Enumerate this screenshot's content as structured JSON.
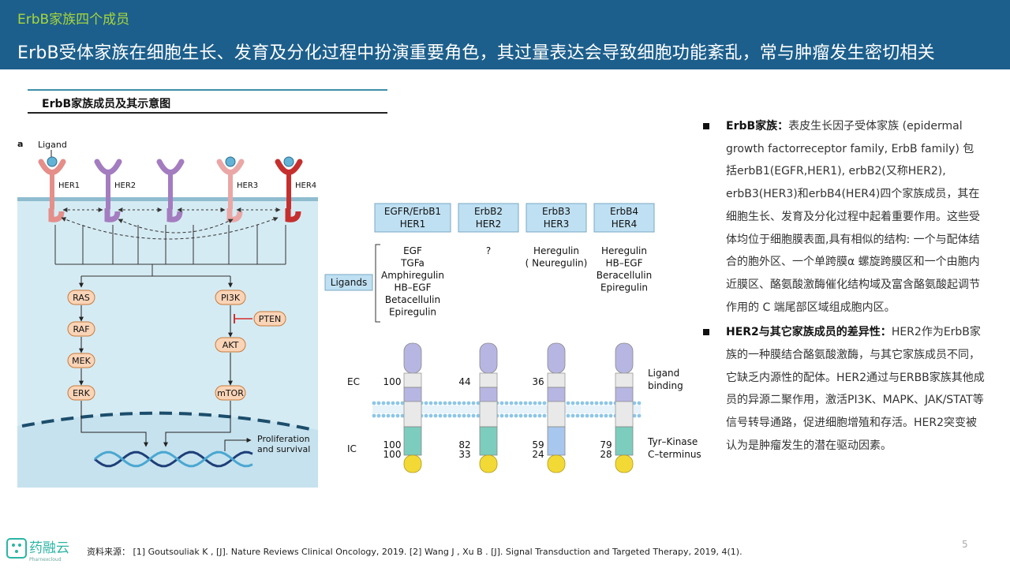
{
  "header": {
    "section_label": "ErbB家族四个成员",
    "headline": "ErbB受体家族在细胞生长、发育及分化过程中扮演重要角色，其过量表达会导致细胞功能紊乱，常与肿瘤发生密切相关"
  },
  "figure": {
    "title": "ErbB家族成员及其示意图",
    "panel_a": {
      "panel_letter": "a",
      "ligand_label": "Ligand",
      "receptors": [
        "HER1",
        "HER2",
        "HER3",
        "HER4"
      ],
      "ras_path": [
        "RAS",
        "RAF",
        "MEK",
        "ERK"
      ],
      "pi3k_path": [
        "PI3K",
        "AKT",
        "mTOR"
      ],
      "inhibitor": "PTEN",
      "outcome": [
        "Proliferation",
        "and survival"
      ]
    },
    "panel_b": {
      "receptor_boxes": [
        {
          "line1": "EGFR/ErbB1",
          "line2": "HER1"
        },
        {
          "line1": "ErbB2",
          "line2": "HER2"
        },
        {
          "line1": "ErbB3",
          "line2": "HER3"
        },
        {
          "line1": "ErbB4",
          "line2": "HER4"
        }
      ],
      "ligands_label": "Ligands",
      "ligand_lists": [
        [
          "EGF",
          "TGFa",
          "Amphiregulin",
          "HB–EGF",
          "Betacellulin",
          "Epiregulin"
        ],
        [
          "?"
        ],
        [
          "Heregulin",
          "( Neuregulin)"
        ],
        [
          "Heregulin",
          "HB–EGF",
          "Beracellulin",
          "Epiregulin"
        ]
      ],
      "ec_label": "EC",
      "ic_label": "IC",
      "ec_values": [
        "100",
        "44",
        "36",
        ""
      ],
      "ic_values": [
        [
          "100",
          "100"
        ],
        [
          "82",
          "33"
        ],
        [
          "59",
          "24"
        ],
        [
          "79",
          "28"
        ]
      ],
      "ligand_binding": [
        "Ligand",
        "binding"
      ],
      "tyr_kinase": [
        "Tyr–Kinase",
        "C–terminus"
      ]
    }
  },
  "bullets": [
    {
      "title": "ErbB家族：",
      "text": "表皮生长因子受体家族 (epidermal growth factorreceptor family, ErbB family) 包括erbB1(EGFR,HER1), erbB2(又称HER2), erbB3(HER3)和erbB4(HER4)四个家族成员，其在细胞生长、发育及分化过程中起着重要作用。这些受体均位于细胞膜表面,具有相似的结构: 一个与配体结合的胞外区、一个单跨膜α 螺旋跨膜区和一个由胞内近膜区、酪氨酸激酶催化结构域及富含酪氨酸起调节作用的 C 端尾部区域组成胞内区。"
    },
    {
      "title": "HER2与其它家族成员的差异性：",
      "text": "HER2作为ErbB家族的一种膜结合酪氨酸激酶，与其它家族成员不同，它缺乏内源性的配体。HER2通过与ERBB家族其他成员的异源二聚作用，激活PI3K、MAPK、JAK/STAT等信号转导通路，促进细胞增殖和存活。HER2突变被认为是肿瘤发生的潜在驱动因素。"
    }
  ],
  "footer": {
    "logo_text": "药融云",
    "logo_sub": "Pharnexcloud",
    "source": "资料来源： [1] Goutsouliak K , [J]. Nature Reviews Clinical Oncology, 2019. [2] Wang J , Xu B . [J]. Signal Transduction and Targeted Therapy, 2019, 4(1).",
    "page_number": "5"
  },
  "colors": {
    "header_bg": "#1d5f8c",
    "section_label": "#a7d63b",
    "her1": "#e58e8a",
    "her2": "#a47cc0",
    "her3": "#eaa7a6",
    "her4": "#c5302f",
    "ligand": "#63b3d7",
    "node_fill": "#fad4b7",
    "node_stroke": "#c87a3a",
    "pten": "#d03030",
    "cell_bg": "#d5ebf3",
    "box_fill": "#bfe0f2"
  }
}
